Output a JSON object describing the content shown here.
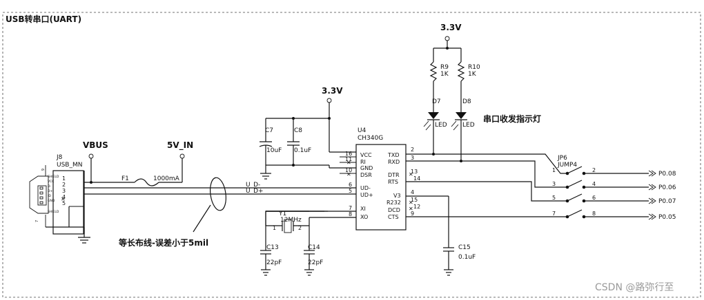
{
  "title": "USB转串口(UART)",
  "power": {
    "vdd_top": "3.3V",
    "vdd_mid": "3.3V",
    "vbus": "VBUS",
    "v5_in": "5V_IN"
  },
  "fuse": {
    "ref": "F1",
    "value": "1000mA"
  },
  "connector": {
    "ref": "J8",
    "value": "USB_MN",
    "pins": [
      "1",
      "2",
      "3",
      "4",
      "5",
      "6",
      "7"
    ],
    "pin_names": [
      "VCC",
      "D-",
      "D+",
      "ID",
      "GND"
    ],
    "shield": "SHIELD"
  },
  "chip": {
    "ref": "U4",
    "value": "CH340G",
    "left_pins": [
      {
        "num": "16",
        "name": "VCC"
      },
      {
        "num": "11",
        "name": "RI"
      },
      {
        "num": "10",
        "name": "GND"
      },
      {
        "num": "",
        "name": "DSR"
      },
      {
        "num": "6",
        "name": "UD-"
      },
      {
        "num": "5",
        "name": "UD+"
      },
      {
        "num": "7",
        "name": "XI"
      },
      {
        "num": "8",
        "name": "XO"
      }
    ],
    "right_pins": [
      {
        "num": "2",
        "name": "TXD"
      },
      {
        "num": "3",
        "name": "RXD"
      },
      {
        "num": "13",
        "name": "DTR"
      },
      {
        "num": "14",
        "name": "RTS"
      },
      {
        "num": "4",
        "name": "V3"
      },
      {
        "num": "15",
        "name": "R232"
      },
      {
        "num": "12",
        "name": "DCD"
      },
      {
        "num": "9",
        "name": "CTS"
      }
    ]
  },
  "net_labels": {
    "ud_minus": "U_D-",
    "ud_plus": "U_D+"
  },
  "capacitors": {
    "c7": {
      "ref": "C7",
      "value": "10uF"
    },
    "c8": {
      "ref": "C8",
      "value": "0.1uF"
    },
    "c13": {
      "ref": "C13",
      "value": "22pF"
    },
    "c14": {
      "ref": "C14",
      "value": "22pF"
    },
    "c15": {
      "ref": "C15",
      "value": "0.1uF"
    }
  },
  "crystal": {
    "ref": "Y1",
    "value": "12MHz",
    "pin1": "1",
    "pin2": "2"
  },
  "resistors": {
    "r9": {
      "ref": "R9",
      "value": "1K"
    },
    "r10": {
      "ref": "R10",
      "value": "1K"
    }
  },
  "leds": {
    "d7": {
      "ref": "D7",
      "value": "LED"
    },
    "d8": {
      "ref": "D8",
      "value": "LED"
    }
  },
  "led_note": "串口收发指示灯",
  "jumper": {
    "ref": "JP6",
    "value": "JUMP4",
    "left_pins": [
      "1",
      "3",
      "5",
      "7"
    ],
    "right_pins": [
      "2",
      "4",
      "6",
      "8"
    ]
  },
  "ports": [
    "P0.08",
    "P0.06",
    "P0.07",
    "P0.05"
  ],
  "annotation": "等长布线-误差小于5mil",
  "watermark": "CSDN @路弥行至"
}
